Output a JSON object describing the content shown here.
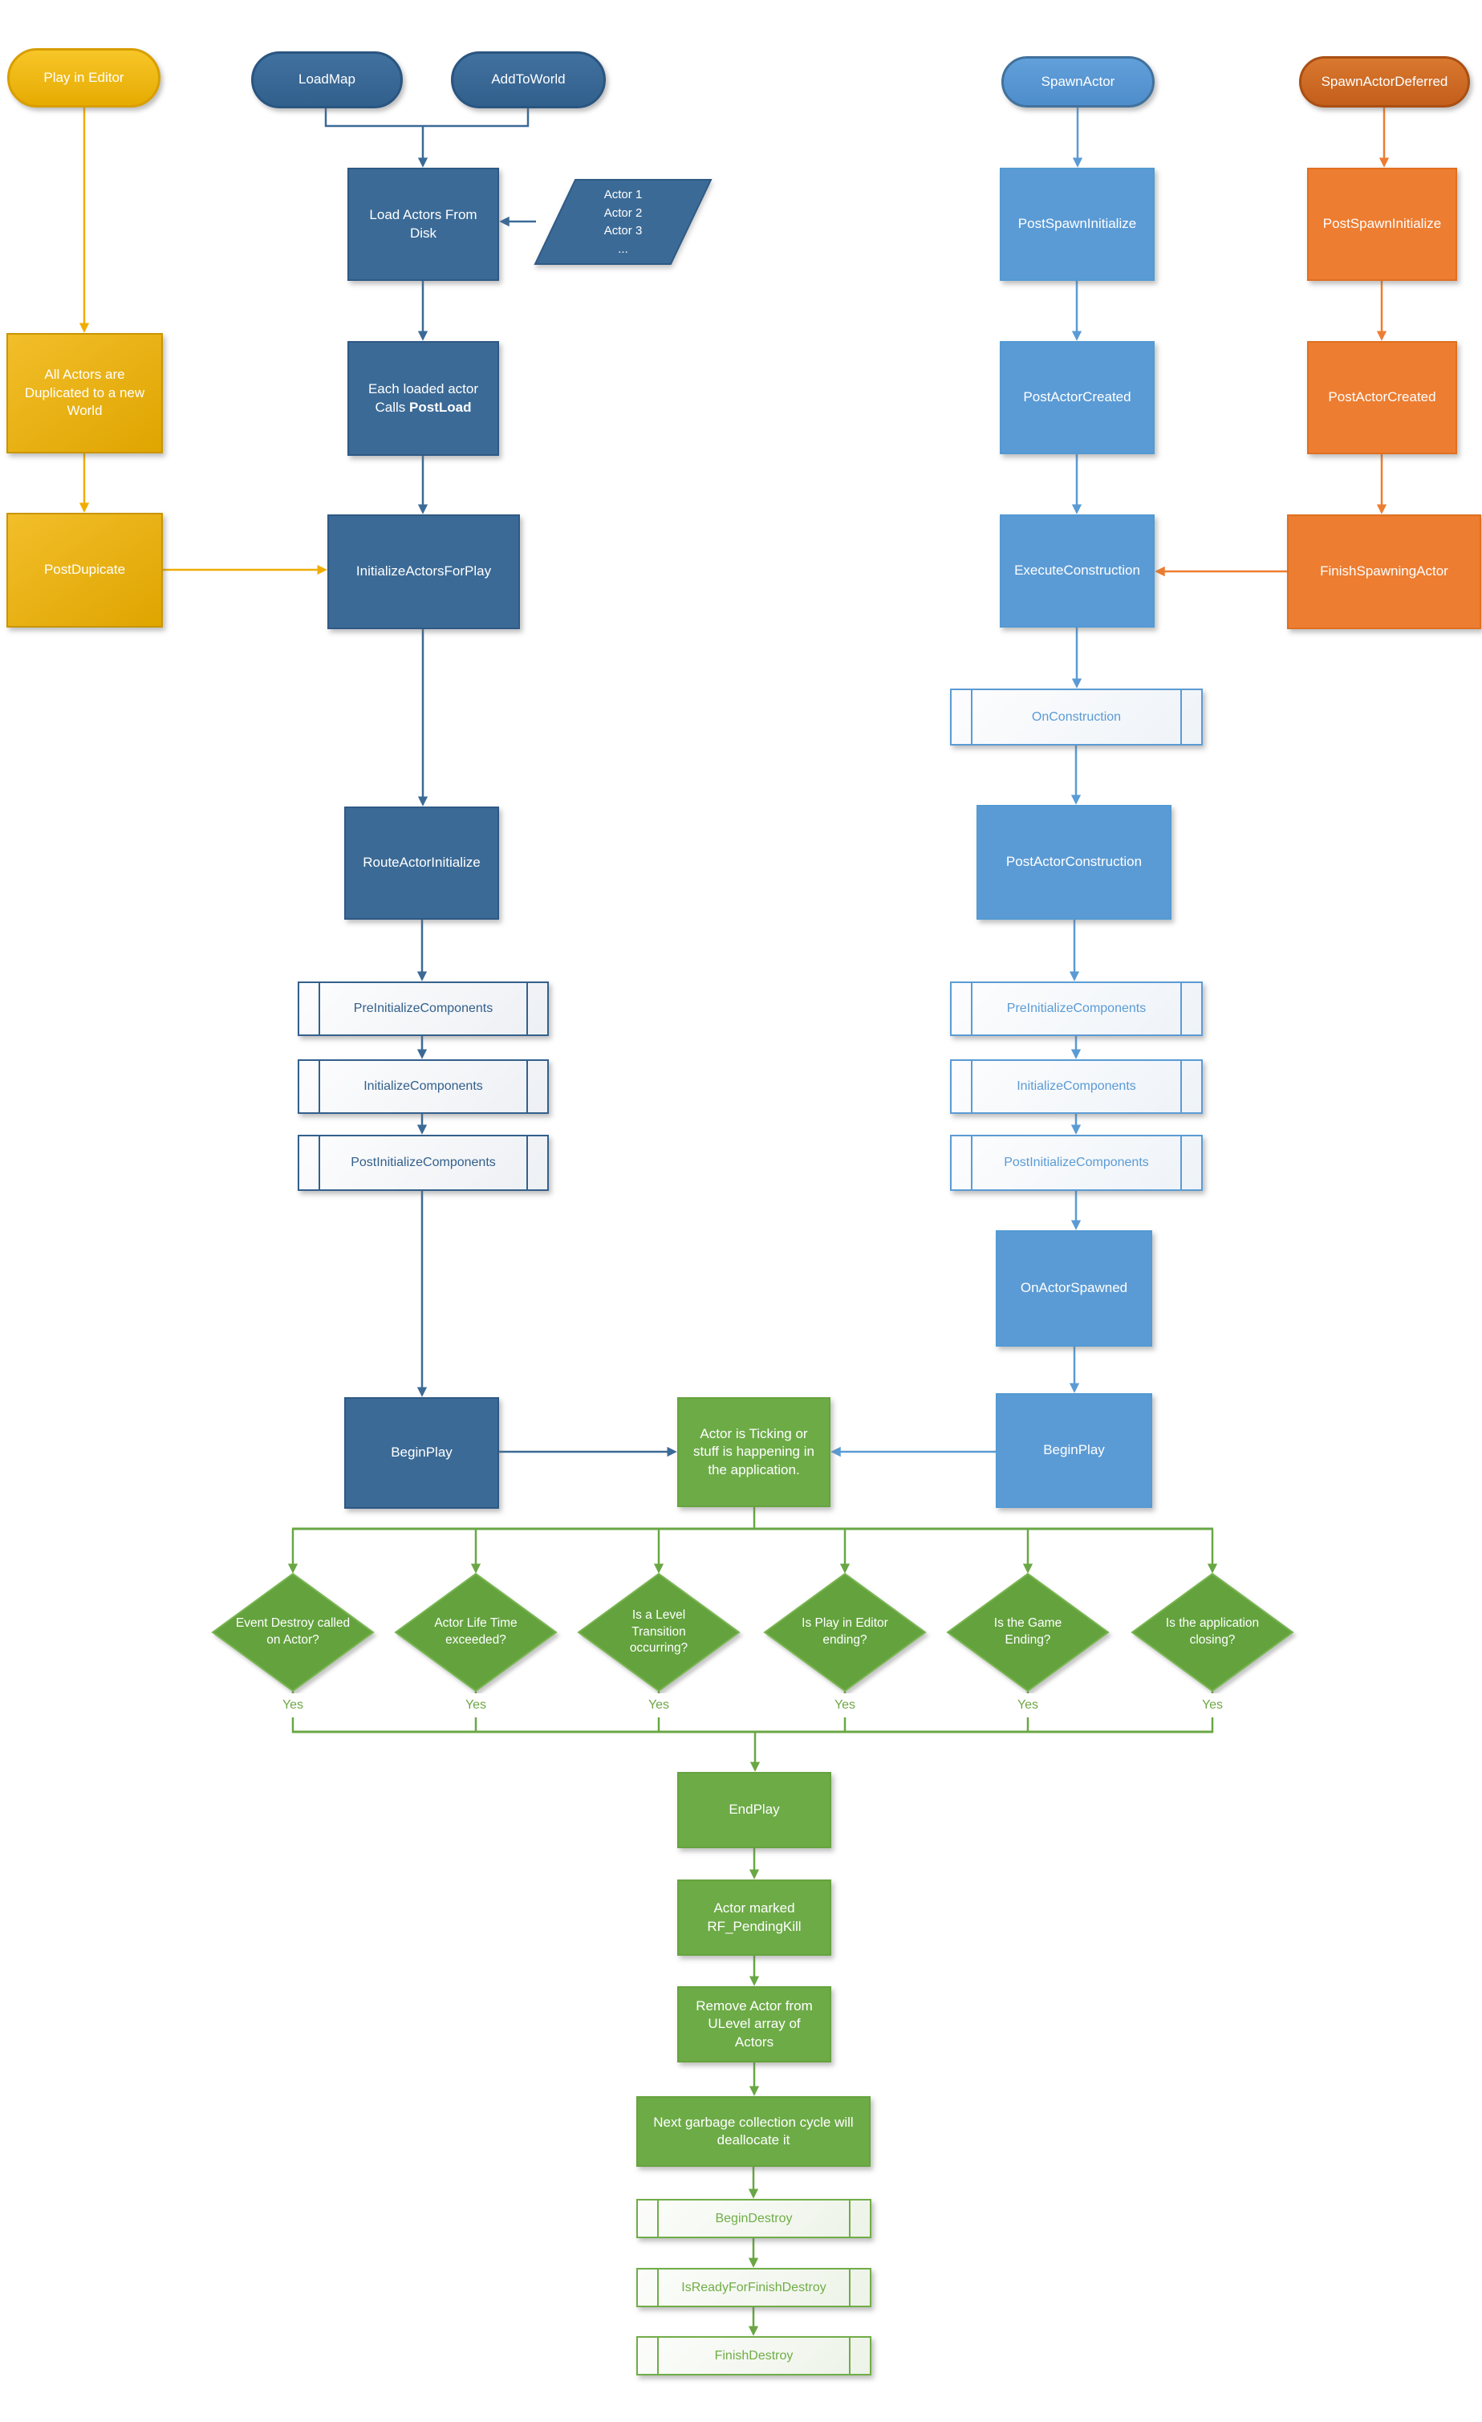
{
  "labels": {
    "yes": "Yes"
  },
  "nodes": {
    "play_in_editor": "Play in Editor",
    "all_actors_duplicated": "All Actors are Duplicated to a new World",
    "post_dupicate": "PostDupicate",
    "load_map": "LoadMap",
    "add_to_world": "AddToWorld",
    "load_actors_from_disk": "Load Actors From Disk",
    "actor_list": "Actor 1\nActor 2\nActor 3\n...",
    "each_loaded_actor_pre": "Each loaded actor Calls ",
    "each_loaded_actor_bold": "PostLoad",
    "initialize_actors_for_play": "InitializeActorsForPlay",
    "route_actor_initialize": "RouteActorInitialize",
    "pre_initialize_components": "PreInitializeComponents",
    "initialize_components": "InitializeComponents",
    "post_initialize_components": "PostInitializeComponents",
    "begin_play": "BeginPlay",
    "actor_ticking": "Actor is Ticking or stuff is happening in the application.",
    "spawn_actor": "SpawnActor",
    "post_spawn_initialize": "PostSpawnInitialize",
    "post_actor_created": "PostActorCreated",
    "execute_construction": "ExecuteConstruction",
    "on_construction": "OnConstruction",
    "post_actor_construction": "PostActorConstruction",
    "on_actor_spawned": "OnActorSpawned",
    "spawn_actor_deferred": "SpawnActorDeferred",
    "finish_spawning_actor": "FinishSpawningActor",
    "end_play": "EndPlay",
    "actor_marked_pending_kill": "Actor marked RF_PendingKill",
    "remove_actor_from_ulevel": "Remove Actor from ULevel array of Actors",
    "next_gc_cycle": "Next garbage collection cycle will deallocate it",
    "begin_destroy": "BeginDestroy",
    "is_ready_for_finish_destroy": "IsReadyForFinishDestroy",
    "finish_destroy": "FinishDestroy"
  },
  "decisions": [
    "Event Destroy called on Actor?",
    "Actor Life Time exceeded?",
    "Is a Level Transition occurring?",
    "Is Play in Editor ending?",
    "Is the Game Ending?",
    "Is the application closing?"
  ],
  "colors": {
    "gold": "#F0AD00",
    "dark_blue": "#3B6A96",
    "light_blue": "#5B9BD5",
    "orange": "#ED7D31",
    "green": "#70AD47"
  }
}
